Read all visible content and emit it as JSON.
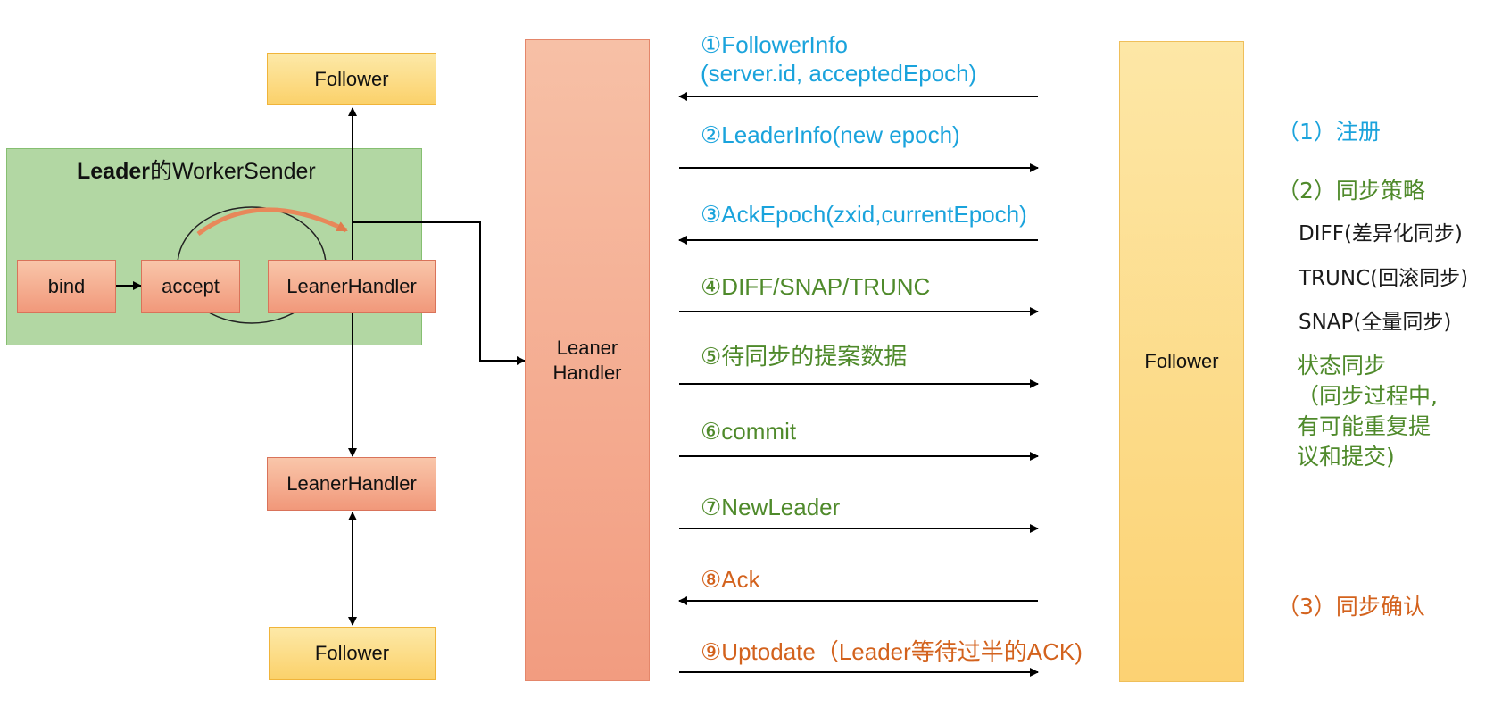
{
  "left": {
    "follower_top": "Follower",
    "follower_bottom": "Follower",
    "worker_title_bold": "Leader",
    "worker_title_rest": "的WorkerSender",
    "bind": "bind",
    "accept": "accept",
    "leaner_handler_inner": "LeanerHandler",
    "leaner_handler_outer": "LeanerHandler"
  },
  "center": {
    "leaner_line1": "Leaner",
    "leaner_line2": "Handler",
    "follower": "Follower"
  },
  "messages": [
    {
      "line1": "①FollowerInfo",
      "line2": "(server.id, acceptedEpoch)",
      "direction": "left",
      "color": "#1aa3dc"
    },
    {
      "line1": "②LeaderInfo(new epoch)",
      "direction": "right",
      "color": "#1aa3dc"
    },
    {
      "line1": "③AckEpoch(zxid,currentEpoch)",
      "direction": "left",
      "color": "#1aa3dc"
    },
    {
      "line1": "④DIFF/SNAP/TRUNC",
      "direction": "right",
      "color": "#4f8a2b"
    },
    {
      "line1": "⑤待同步的提案数据",
      "direction": "right",
      "color": "#4f8a2b"
    },
    {
      "line1": "⑥commit",
      "direction": "right",
      "color": "#4f8a2b"
    },
    {
      "line1": "⑦NewLeader",
      "direction": "right",
      "color": "#4f8a2b"
    },
    {
      "line1": "⑧Ack",
      "direction": "left",
      "color": "#d3621d"
    },
    {
      "line1": "⑨Uptodate（Leader等待过半的ACK)",
      "direction": "right",
      "color": "#d3621d"
    }
  ],
  "side": {
    "register": "（1）注册",
    "sync_strategy": "（2）同步策略",
    "diff": "DIFF(差异化同步)",
    "trunc": "TRUNC(回滚同步)",
    "snap": "SNAP(全量同步)",
    "state_sync_1": "状态同步",
    "state_sync_2": "（同步过程中,",
    "state_sync_3": "有可能重复提",
    "state_sync_4": "议和提交)",
    "confirm": "（3）同步确认"
  }
}
